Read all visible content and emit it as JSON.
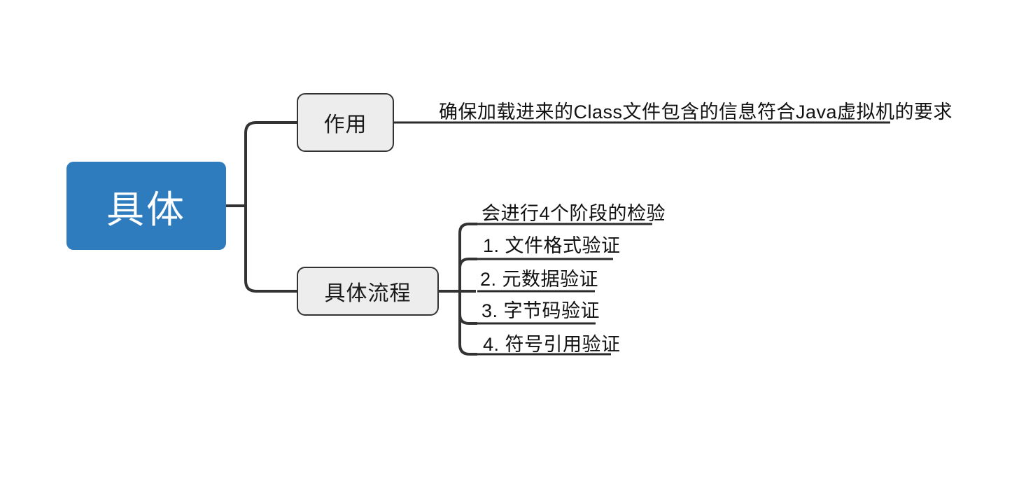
{
  "diagram": {
    "type": "mindmap",
    "title_node": "具体",
    "orientation": "left-to-right",
    "colors": {
      "root_fill": "#2E7CBE",
      "root_text": "#FFFFFF",
      "branch_fill": "#EDEDED",
      "branch_border": "#333333",
      "connector": "#333333",
      "leaf_text": "#111111",
      "background": "#FFFFFF"
    },
    "root": {
      "label": "具体"
    },
    "branches": [
      {
        "label": "作用",
        "leaves": [
          {
            "label": "确保加载进来的Class文件包含的信息符合Java虚拟机的要求"
          }
        ]
      },
      {
        "label": "具体流程",
        "leaves": [
          {
            "label": "会进行4个阶段的检验"
          },
          {
            "label": "1. 文件格式验证"
          },
          {
            "label": "2. 元数据验证"
          },
          {
            "label": "3. 字节码验证"
          },
          {
            "label": "4. 符号引用验证"
          }
        ]
      }
    ]
  }
}
